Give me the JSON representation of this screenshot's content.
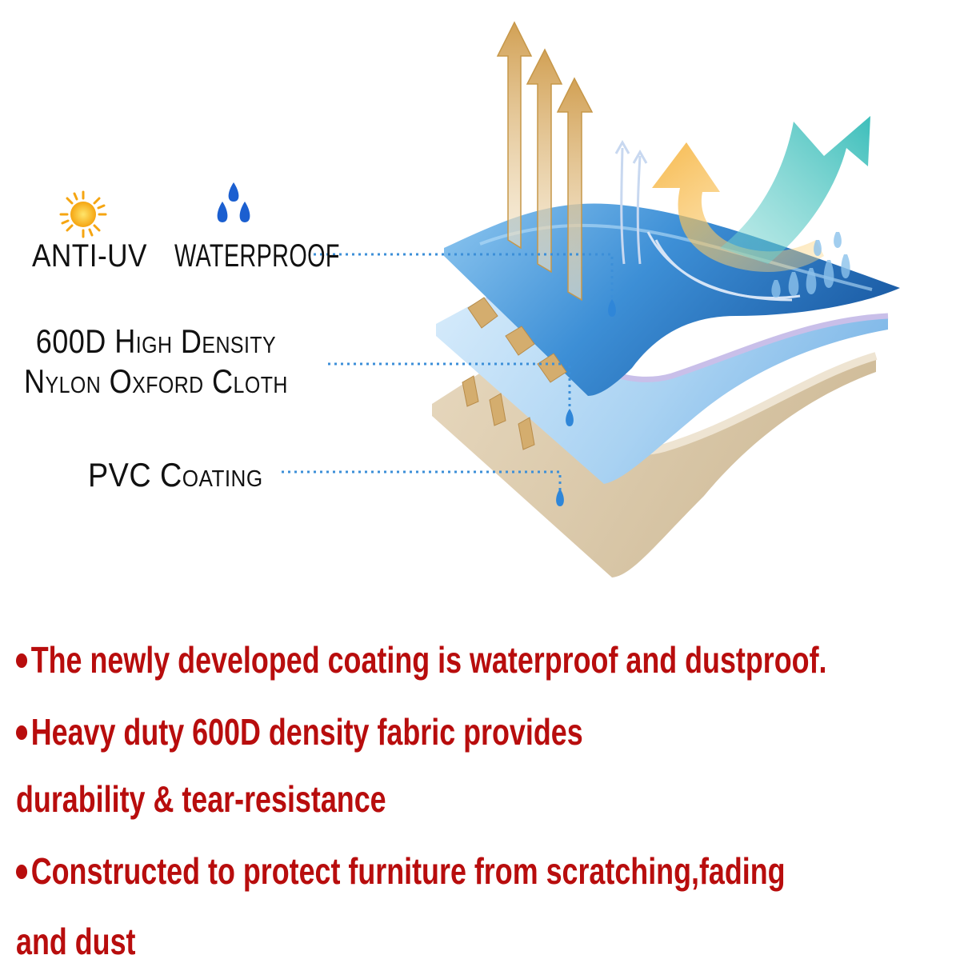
{
  "features": {
    "anti_uv": "ANTI-UV",
    "waterproof": "WATERPROOF"
  },
  "layers": {
    "top_line1": "600D High Density",
    "top_line2": "Nylon Oxford Cloth",
    "bottom": "PVC Coating"
  },
  "icons": {
    "sun": "sun-icon",
    "water": "water-drops-icon"
  },
  "colors": {
    "bullet_text": "#b80d0d",
    "top_layer": "#3b8fd6",
    "middle_layer": "#a9d2f2",
    "bottom_layer": "#d8c6a8",
    "leader_line": "#3c8fd8"
  },
  "bullets": {
    "b1": "The newly developed coating is waterproof and dustproof.",
    "b2_line1": "Heavy duty 600D density fabric provides",
    "b2_line2": "durability & tear-resistance",
    "b3_line1": "Constructed to protect furniture from scratching,fading",
    "b3_line2": "and dust"
  }
}
